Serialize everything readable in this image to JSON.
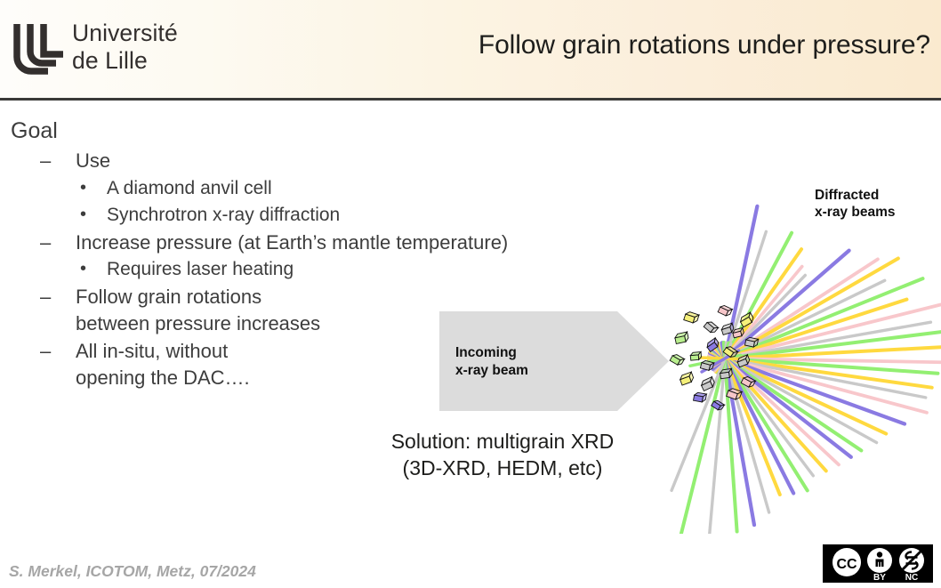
{
  "header": {
    "title": "Follow grain rotations under pressure?",
    "logo": {
      "icon": "universite-de-lille-logo-icon",
      "line1": "Université",
      "line2": "de Lille"
    },
    "gradient_from": "#fefdfa",
    "gradient_to": "#faeacf",
    "rule_color": "#3a3a38"
  },
  "content": {
    "goal_heading": "Goal",
    "outline": [
      {
        "level": 1,
        "marker": "–",
        "text": "Use"
      },
      {
        "level": 2,
        "marker": "•",
        "text": "A diamond anvil cell"
      },
      {
        "level": 2,
        "marker": "•",
        "text": "Synchrotron x-ray diffraction"
      },
      {
        "level": 1,
        "marker": "–",
        "text": "Increase pressure (at Earth’s mantle temperature)"
      },
      {
        "level": 2,
        "marker": "•",
        "text": "Requires laser heating"
      },
      {
        "level": 1,
        "marker": "–",
        "text": "Follow grain rotations\nbetween pressure increases"
      },
      {
        "level": 1,
        "marker": "–",
        "text": "All in-situ, without\nopening the DAC…."
      }
    ]
  },
  "figure": {
    "beam_arrow_label": "Incoming\nx-ray beam",
    "beam_arrow_fill": "#dcdcdc",
    "diffracted_label": "Diffracted\nx-ray beams",
    "solution_caption": "Solution: multigrain XRD\n(3D-XRD, HEDM, etc)",
    "ray_colors": [
      "#8a7ae2",
      "#93ef72",
      "#ffd93f",
      "#f8c7cb",
      "#c9c9c9"
    ],
    "grain_colors": [
      "#f5f07a",
      "#b9ef8e",
      "#8a7ae2",
      "#f6c6c9",
      "#c9c9c9"
    ]
  },
  "footer": {
    "credit": "S. Merkel, ICOTOM, Metz, 07/2024",
    "license": {
      "icon": "creative-commons-by-nc-badge-icon",
      "cc": "CC",
      "by": "BY",
      "nc": "NC"
    }
  }
}
